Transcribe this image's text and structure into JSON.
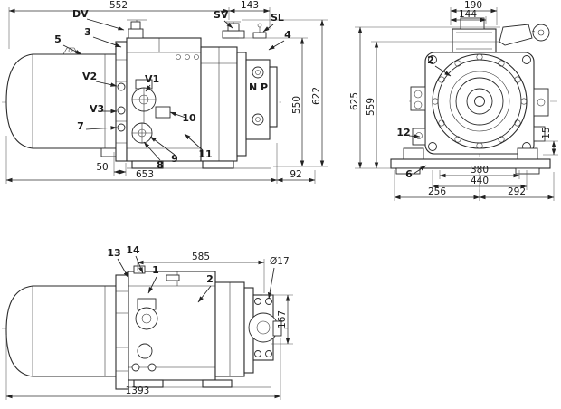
{
  "side_view": {
    "ports": {
      "dv": "DV",
      "sv": "SV",
      "sl": "SL",
      "v1": "V1",
      "v2": "V2",
      "v3": "V3",
      "np": "N P"
    },
    "callouts": {
      "c3": "3",
      "c4": "4",
      "c5": "5",
      "c7": "7",
      "c8": "8",
      "c9": "9",
      "c10": "10",
      "c11": "11"
    },
    "dims": {
      "w552": "552",
      "w143": "143",
      "h550": "550",
      "h622": "622",
      "w50": "50",
      "w653": "653",
      "w92": "92"
    }
  },
  "front_view": {
    "callouts": {
      "c2": "2",
      "c6": "6",
      "c12": "12"
    },
    "dims": {
      "w190": "190",
      "w144": "144",
      "h625": "625",
      "h559": "559",
      "h15": "15",
      "w380": "380",
      "w440": "440",
      "w256": "256",
      "w292": "292"
    }
  },
  "bottom_view": {
    "callouts": {
      "c1": "1",
      "c2": "2",
      "c13": "13",
      "c14": "14"
    },
    "dims": {
      "w585": "585",
      "d17": "Ø17",
      "h167": "167",
      "w1393": "1393"
    }
  }
}
